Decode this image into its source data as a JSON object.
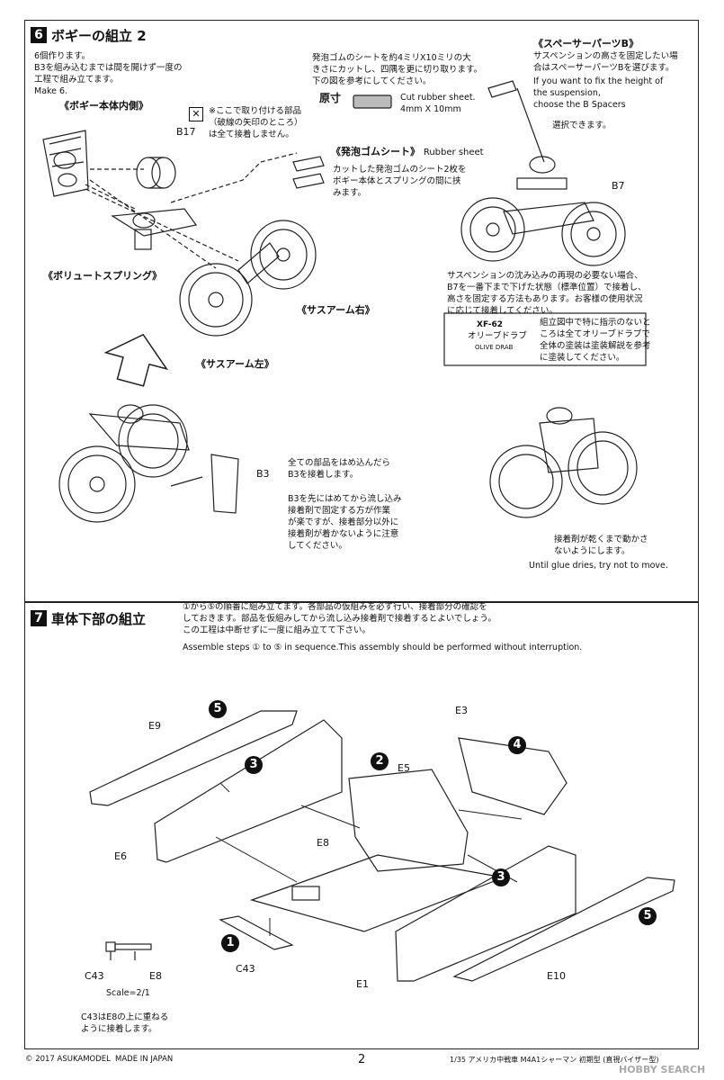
{
  "step6": {
    "num": "6",
    "title": "ボギーの組立 2",
    "intro": "6個作ります。\nB3を組み込むまでは間を開けず一度の\n工程で組み立てます。",
    "intro_en": "Make 6.",
    "label_inner": "《ボギー本体内側》",
    "note_mark": "✕",
    "note": "※ここで取り付ける部品\n（破線の矢印のところ）\nは全て接着しません。",
    "b17": "B17",
    "label_volute": "《ボリュートスプリング》",
    "label_arm_right": "《サスアーム右》",
    "label_arm_left": "《サスアーム左》",
    "rubber_text_jp": "発泡ゴムのシートを約4ミリX10ミリの大\nきさにカットし、四隅を更に切り取ります。\n下の図を参考にしてください。",
    "actual_size": "原寸",
    "cut_rubber": "Cut rubber sheet.\n4mm X 10mm",
    "rubber_label": "《発泡ゴムシート》",
    "rubber_label_en": "Rubber sheet",
    "rubber_place": "カットした発泡ゴムのシート2枚を\nボギー本体とスプリングの間に挟\nみます。",
    "spacer_label": "《スペーサーパーツB》",
    "spacer_text_jp": "サスペンションの高さを固定したい場\n合はスペーサーパーツBを選びます。",
    "spacer_text_en": "If you want to fix the height of\nthe suspension,\nchoose the B Spacers",
    "choose": "選択できます。",
    "b7": "B7",
    "suspension_text": "サスペンションの沈み込みの再現の必要ない場合、\nB7を一番下まで下げた状態（標準位置）で接着し、\n高さを固定する方法もあります。お客様の使用状況\nに応じて接着してください。",
    "paint_code": "XF-62",
    "paint_name": "オリーブドラブ",
    "paint_en": "OLIVE DRAB",
    "paint_note": "組立図中で特に指示のないと\nころは全てオリーブドラブで\n全体の塗装は塗装解説を参考\nに塗装してください。",
    "b3": "B3",
    "b3_text": "全ての部品をはめ込んだら\nB3を接着します。",
    "b3_text2": "B3を先にはめてから流し込み\n接着剤で固定する方が作業\nが楽ですが、接着部分以外に\n接着剤が着かないように注意\nしてください。",
    "glue_jp": "接着剤が乾くまで動かさ\nないようにします。",
    "glue_en": "Until glue dries, try not to move."
  },
  "step7": {
    "num": "7",
    "title": "車体下部の組立",
    "text_jp": "①から⑤の順番に組み立てます。各部品の仮組みを必ず行い、接着部分の確認を\nしておきます。部品を仮組みしてから流し込み接着剤で接着するとよいでしょう。\nこの工程は中断せずに一度に組み立てて下さい。",
    "text_en": "Assemble steps ① to ⑤ in sequence.This assembly should be performed without interruption.",
    "parts": {
      "e9": "E9",
      "e3": "E3",
      "e5": "E5",
      "e6": "E6",
      "e8": "E8",
      "e1": "E1",
      "e10": "E10",
      "c43": "C43"
    },
    "circles": {
      "one": "1",
      "two": "2",
      "three": "3",
      "four": "4",
      "five": "5"
    },
    "scale_c43": "C43",
    "scale_e8": "E8",
    "scale": "Scale=2/1",
    "c43_text": "C43はE8の上に重ねる\nように接着します。"
  },
  "footer": {
    "copyright": "© 2017 ASUKAMODEL",
    "made": "MADE IN JAPAN",
    "page": "2",
    "product": "1/35 アメリカ中戦車 M4A1シャーマン 初期型 (直視バイザー型)",
    "watermark": "HOBBY SEARCH"
  }
}
